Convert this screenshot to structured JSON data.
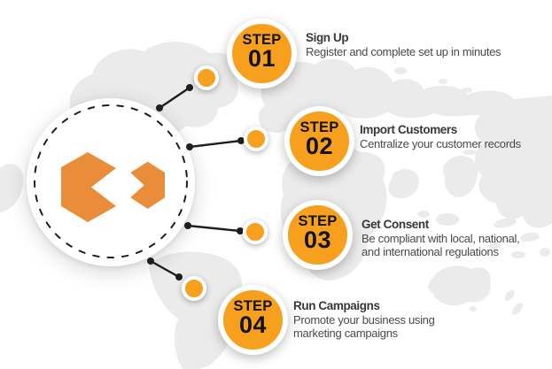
{
  "hub": {
    "logo_icon": "double-chevron-brand-logo"
  },
  "steps": [
    {
      "label": "STEP",
      "number": "01",
      "title": "Sign Up",
      "description": "Register and complete set up in minutes"
    },
    {
      "label": "STEP",
      "number": "02",
      "title": "Import Customers",
      "description": "Centralize your customer records"
    },
    {
      "label": "STEP",
      "number": "03",
      "title": "Get Consent",
      "description": "Be compliant with local, national,\nand international regulations"
    },
    {
      "label": "STEP",
      "number": "04",
      "title": "Run Campaigns",
      "description": "Promote your business using\nmarketing campaigns"
    }
  ],
  "colors": {
    "accent": "#F6A01E",
    "logo_orange": "#EA8D3A",
    "ink": "#1E1E1E",
    "title_text": "#383838",
    "body_text": "#4A4A4A",
    "map_land": "#EBEBEB",
    "background": "#FFFFFF"
  }
}
